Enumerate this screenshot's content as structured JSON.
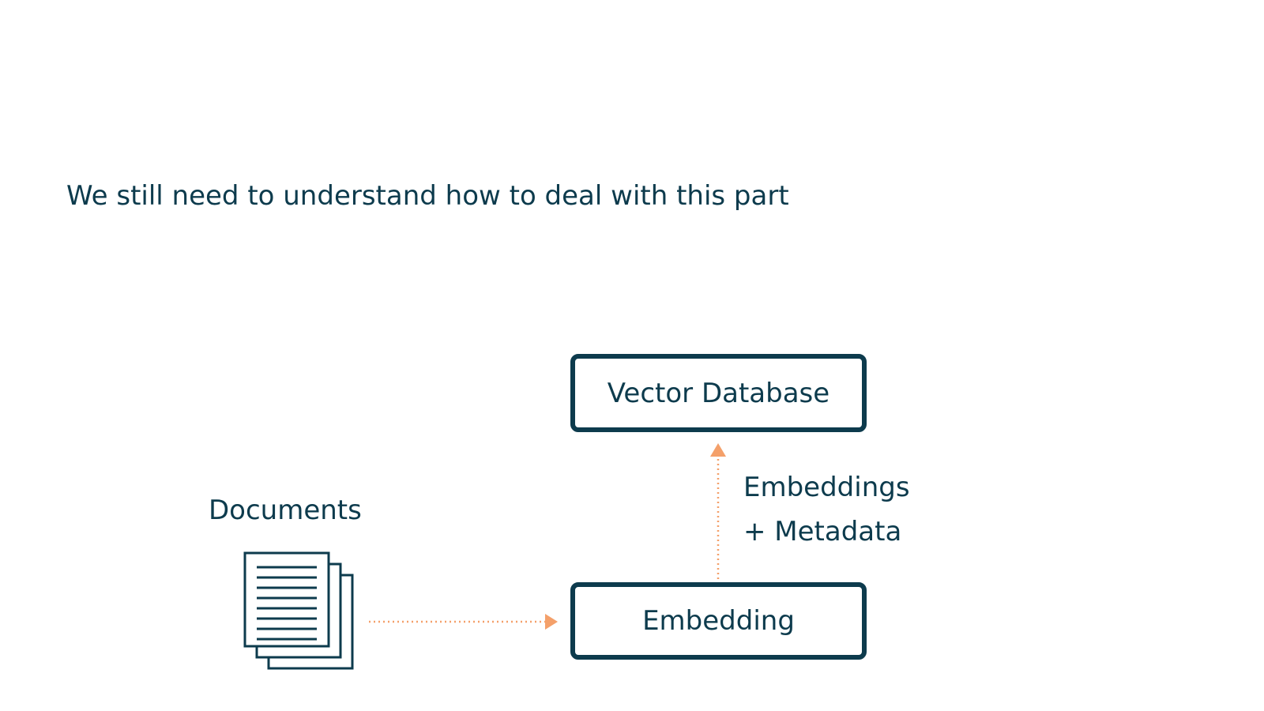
{
  "slide": {
    "headline": "We still need to understand how to deal with this part"
  },
  "diagram": {
    "vector_database": "Vector Database",
    "embedding": "Embedding",
    "documents_label": "Documents",
    "edge_label_line1": "Embeddings",
    "edge_label_line2": "+ Metadata",
    "documents_icon": "documents-stack-icon",
    "colors": {
      "primary": "#0d3b4d",
      "arrow": "#f4a06a",
      "background": "#ffffff"
    }
  }
}
